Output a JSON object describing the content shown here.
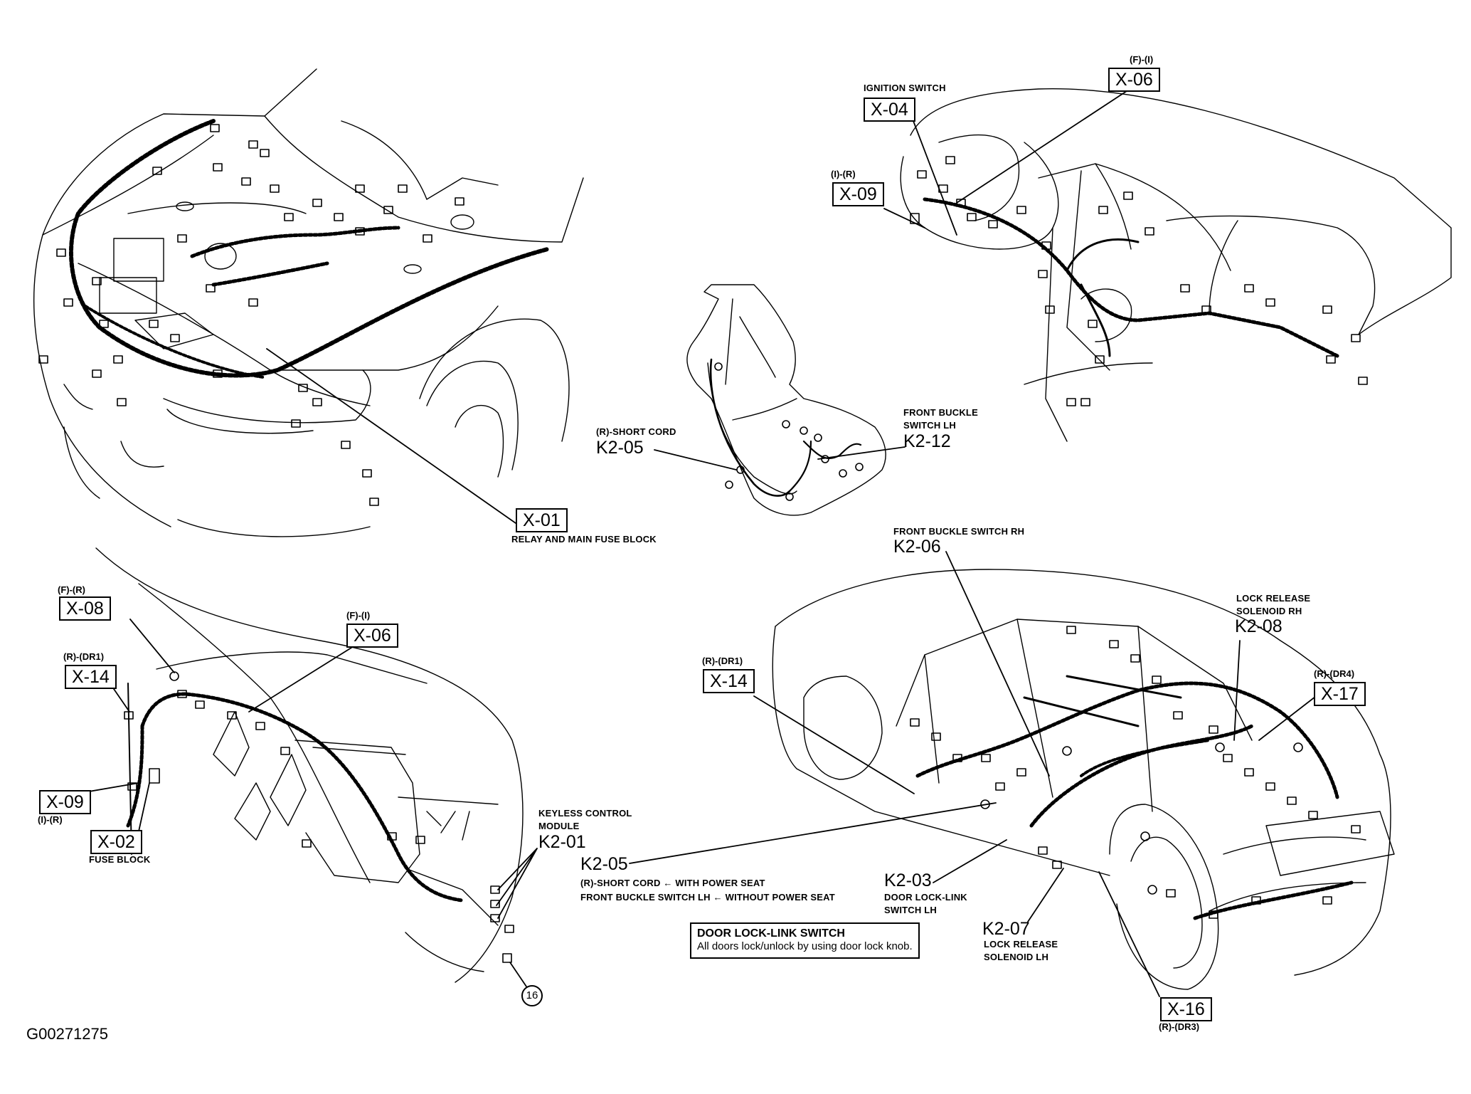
{
  "figure_id": "G00271275",
  "connectors": {
    "x01": {
      "code": "X-01",
      "caption": "RELAY AND MAIN FUSE BLOCK"
    },
    "x04": {
      "code": "X-04",
      "caption": "IGNITION SWITCH"
    },
    "x06_top": {
      "code": "X-06",
      "qualifier": "(F)-(I)"
    },
    "x09_top": {
      "code": "X-09",
      "qualifier": "(I)-(R)"
    },
    "x08": {
      "code": "X-08",
      "qualifier": "(F)-(R)"
    },
    "x14_left": {
      "code": "X-14",
      "qualifier": "(R)-(DR1)"
    },
    "x06_left": {
      "code": "X-06",
      "qualifier": "(F)-(I)"
    },
    "x09_left": {
      "code": "X-09",
      "qualifier": "(I)-(R)"
    },
    "x02": {
      "code": "X-02",
      "caption": "FUSE BLOCK"
    },
    "x14_right": {
      "code": "X-14",
      "qualifier": "(R)-(DR1)"
    },
    "x17": {
      "code": "X-17",
      "qualifier": "(R)-(DR4)"
    },
    "x16": {
      "code": "X-16",
      "qualifier": "(R)-(DR3)"
    }
  },
  "components": {
    "k2_05_seat": {
      "code": "K2-05",
      "caption": "(R)-SHORT CORD"
    },
    "k2_12": {
      "code": "K2-12",
      "caption_line1": "FRONT BUCKLE",
      "caption_line2": "SWITCH LH"
    },
    "k2_06": {
      "code": "K2-06",
      "caption": "FRONT BUCKLE SWITCH RH"
    },
    "k2_08": {
      "code": "K2-08",
      "caption_line1": "LOCK RELEASE",
      "caption_line2": "SOLENOID RH"
    },
    "k2_01": {
      "code": "K2-01",
      "caption_line1": "KEYLESS CONTROL",
      "caption_line2": "MODULE"
    },
    "k2_05_body": {
      "code": "K2-05",
      "caption_line1": "(R)-SHORT CORD ← WITH POWER SEAT",
      "caption_line2": "FRONT BUCKLE SWITCH LH ← WITHOUT POWER SEAT"
    },
    "k2_03": {
      "code": "K2-03",
      "caption_line1": "DOOR LOCK-LINK",
      "caption_line2": "SWITCH LH"
    },
    "k2_07": {
      "code": "K2-07",
      "caption_line1": "LOCK RELEASE",
      "caption_line2": "SOLENOID LH"
    }
  },
  "ground_point": {
    "number": "16"
  },
  "note": {
    "title": "DOOR LOCK-LINK SWITCH",
    "text": "All doors lock/unlock by using door lock knob."
  }
}
